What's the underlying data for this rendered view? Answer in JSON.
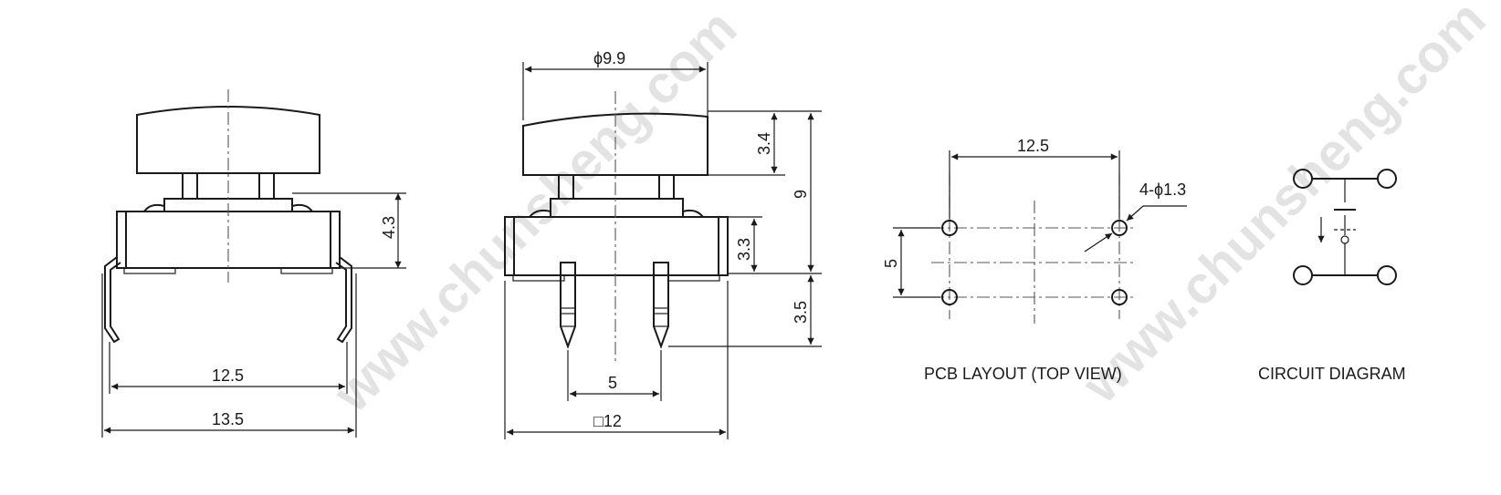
{
  "watermark": "www.chunsheng.com",
  "side_view": {
    "dims": {
      "height_body": "4.3",
      "pin_span": "12.5",
      "overall_width": "13.5"
    }
  },
  "front_view": {
    "dims": {
      "cap_diameter": "ϕ9.9",
      "cap_height": "3.4",
      "total_height": "9",
      "body_height": "3.3",
      "pin_length": "3.5",
      "pin_pitch": "5",
      "body_square": "□12"
    }
  },
  "pcb_layout": {
    "caption": "PCB LAYOUT (TOP VIEW)",
    "dims": {
      "hole_spacing_x": "12.5",
      "hole_spacing_y": "5",
      "hole_spec": "4-ϕ1.3"
    }
  },
  "circuit": {
    "caption": "CIRCUIT DIAGRAM"
  }
}
